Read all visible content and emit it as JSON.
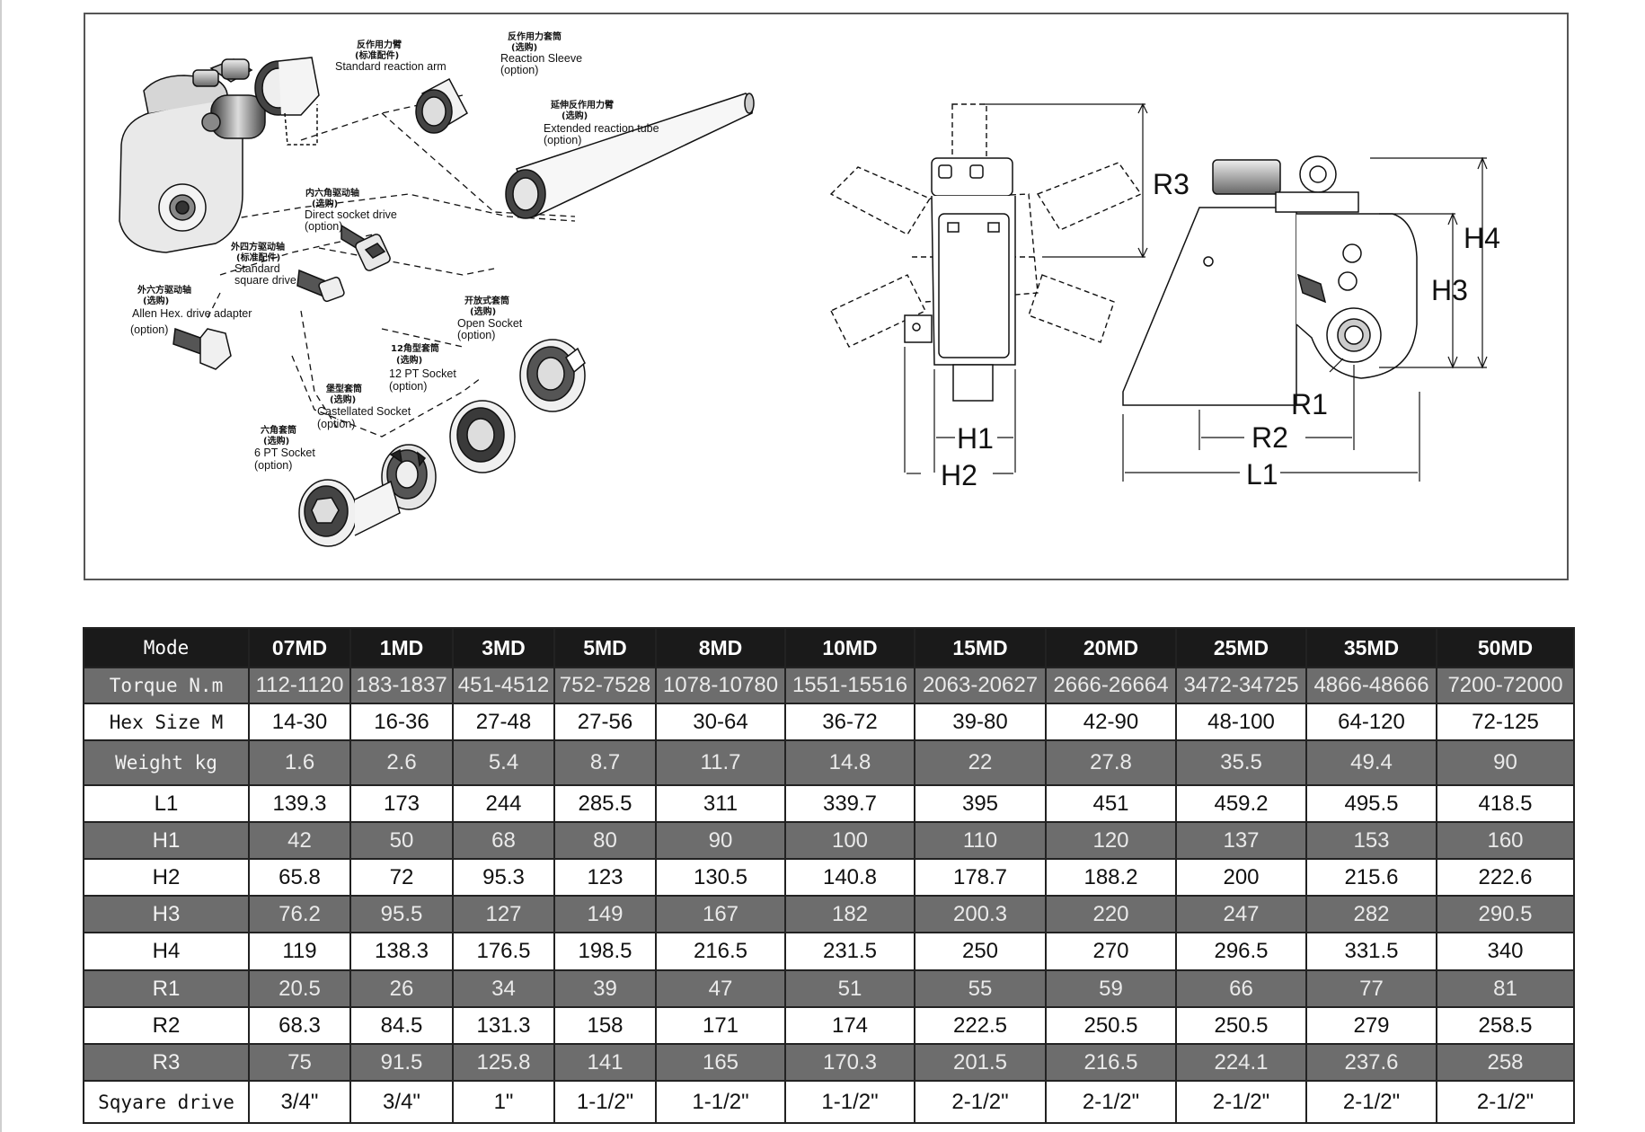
{
  "diagram": {
    "parts": [
      {
        "cn": "反作用力臂",
        "cn_sub": "(标准配件)",
        "en": "Standard reaction arm",
        "en_sub": ""
      },
      {
        "cn": "反作用力套筒",
        "cn_sub": "(选购)",
        "en": "Reaction Sleeve",
        "en_sub": "(option)"
      },
      {
        "cn": "延伸反作用力臂",
        "cn_sub": "(选购)",
        "en": "Extended reaction tube",
        "en_sub": "(option)"
      },
      {
        "cn": "内六角驱动轴",
        "cn_sub": "(选购)",
        "en": "Direct socket drive",
        "en_sub": "(option)"
      },
      {
        "cn": "外四方驱动轴",
        "cn_sub": "(标准配件)",
        "en": "Standard",
        "en_sub": "square drive"
      },
      {
        "cn": "外六方驱动轴",
        "cn_sub": "(选购)",
        "en": "Allen Hex. drive adapter",
        "en_sub": "(option)"
      },
      {
        "cn": "开放式套筒",
        "cn_sub": "(选购)",
        "en": "Open Socket",
        "en_sub": "(option)"
      },
      {
        "cn": "12角型套筒",
        "cn_sub": "(选购)",
        "en": "12 PT Socket",
        "en_sub": "(option)"
      },
      {
        "cn": "堡型套筒",
        "cn_sub": "(选购)",
        "en": "Castellated Socket",
        "en_sub": "(option)"
      },
      {
        "cn": "六角套筒",
        "cn_sub": "(选购)",
        "en": "6 PT Socket",
        "en_sub": "(option)"
      }
    ],
    "dims": {
      "r3": "R3",
      "h1": "H1",
      "h2": "H2",
      "h4": "H4",
      "h3": "H3",
      "r1": "R1",
      "r2": "R2",
      "l1": "L1"
    }
  },
  "table": {
    "header": {
      "label": "Mode",
      "models": [
        "07MD",
        "1MD",
        "3MD",
        "5MD",
        "8MD",
        "10MD",
        "15MD",
        "20MD",
        "25MD",
        "35MD",
        "50MD"
      ]
    },
    "rows": [
      {
        "label": "Torque  N.m",
        "values": [
          "112-1120",
          "183-1837",
          "451-4512",
          "752-7528",
          "1078-10780",
          "1551-15516",
          "2063-20627",
          "2666-26664",
          "3472-34725",
          "4866-48666",
          "7200-72000"
        ]
      },
      {
        "label": "Hex Size M",
        "values": [
          "14-30",
          "16-36",
          "27-48",
          "27-56",
          "30-64",
          "36-72",
          "39-80",
          "42-90",
          "48-100",
          "64-120",
          "72-125"
        ]
      },
      {
        "label": "Weight  kg",
        "values": [
          "1.6",
          "2.6",
          "5.4",
          "8.7",
          "11.7",
          "14.8",
          "22",
          "27.8",
          "35.5",
          "49.4",
          "90"
        ]
      },
      {
        "label": "L1",
        "values": [
          "139.3",
          "173",
          "244",
          "285.5",
          "311",
          "339.7",
          "395",
          "451",
          "459.2",
          "495.5",
          "418.5"
        ]
      },
      {
        "label": "H1",
        "values": [
          "42",
          "50",
          "68",
          "80",
          "90",
          "100",
          "110",
          "120",
          "137",
          "153",
          "160"
        ]
      },
      {
        "label": "H2",
        "values": [
          "65.8",
          "72",
          "95.3",
          "123",
          "130.5",
          "140.8",
          "178.7",
          "188.2",
          "200",
          "215.6",
          "222.6"
        ]
      },
      {
        "label": "H3",
        "values": [
          "76.2",
          "95.5",
          "127",
          "149",
          "167",
          "182",
          "200.3",
          "220",
          "247",
          "282",
          "290.5"
        ]
      },
      {
        "label": "H4",
        "values": [
          "119",
          "138.3",
          "176.5",
          "198.5",
          "216.5",
          "231.5",
          "250",
          "270",
          "296.5",
          "331.5",
          "340"
        ]
      },
      {
        "label": "R1",
        "values": [
          "20.5",
          "26",
          "34",
          "39",
          "47",
          "51",
          "55",
          "59",
          "66",
          "77",
          "81"
        ]
      },
      {
        "label": "R2",
        "values": [
          "68.3",
          "84.5",
          "131.3",
          "158",
          "171",
          "174",
          "222.5",
          "250.5",
          "250.5",
          "279",
          "258.5"
        ]
      },
      {
        "label": "R3",
        "values": [
          "75",
          "91.5",
          "125.8",
          "141",
          "165",
          "170.3",
          "201.5",
          "216.5",
          "224.1",
          "237.6",
          "258"
        ]
      },
      {
        "label": "Sqyare drive",
        "values": [
          "3/4\"",
          "3/4\"",
          "1\"",
          "1-1/2\"",
          "1-1/2\"",
          "1-1/2\"",
          "2-1/2\"",
          "2-1/2\"",
          "2-1/2\"",
          "2-1/2\"",
          "2-1/2\""
        ]
      }
    ]
  }
}
